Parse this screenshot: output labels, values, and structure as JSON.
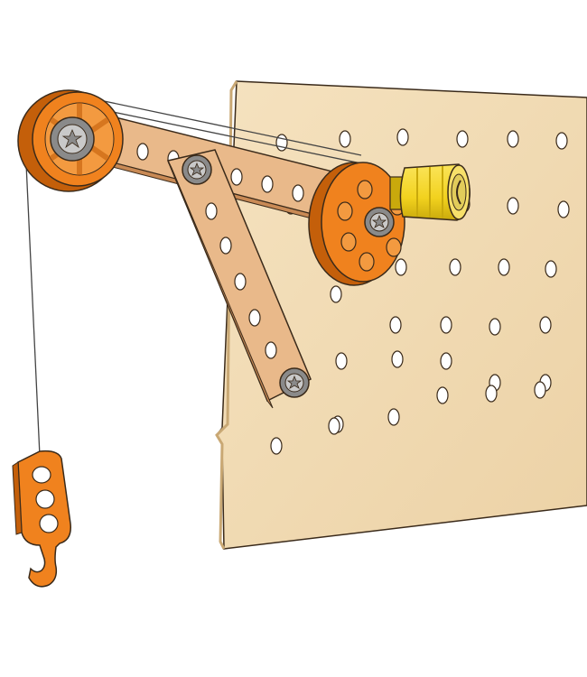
{
  "colors": {
    "background": "#ffffff",
    "pegboard": "#f3dcb4",
    "pegboard_shade": "#e6c999",
    "pegboard_edge": "#c9a874",
    "wood_strip": "#e9b98a",
    "wood_strip_shade": "#d69a66",
    "orange_part": "#f0821e",
    "orange_dark": "#c45f0a",
    "bolt_gray": "#8a8a8a",
    "bolt_light": "#c9c9c9",
    "crank_yellow": "#f2d21e",
    "crank_shade": "#c9a90c",
    "string": "#555555",
    "outline": "#3a2a1a"
  },
  "parts": {
    "pegboard": "pegboard-panel",
    "top_pulley": "pulley-wheel",
    "crank_wheel": "crank-wheel",
    "crank_handle": "crank-handle",
    "horizontal_arm": "wooden-strip-arm",
    "diagonal_brace": "wooden-strip-brace",
    "hook": "hook-plate",
    "string": "pulley-string"
  }
}
